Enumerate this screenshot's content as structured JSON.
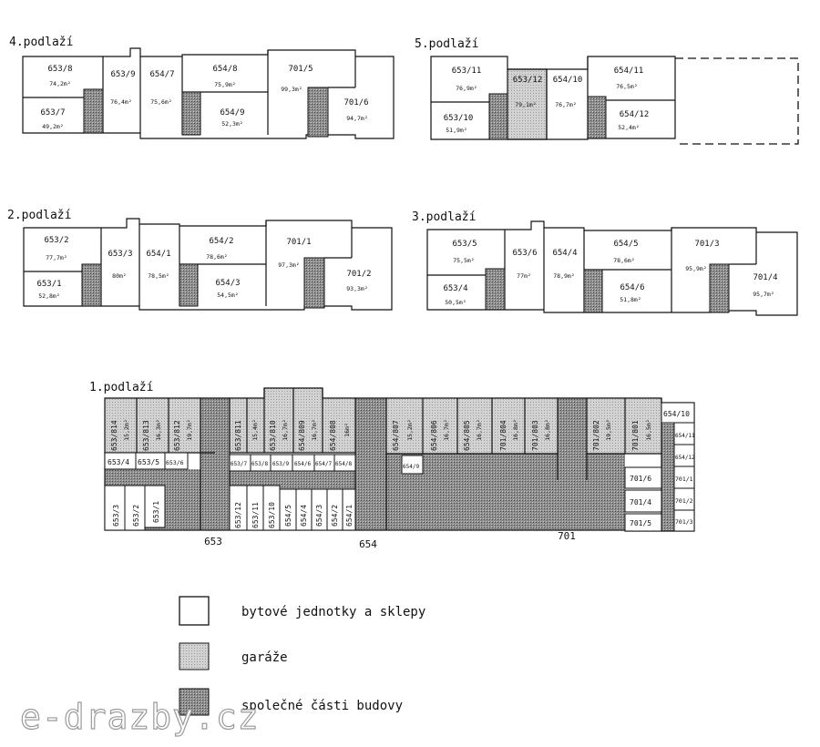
{
  "colors": {
    "unit": "#ffffff",
    "garage": "#cfcfcf",
    "common": "#8c8c8c",
    "line": "#111111"
  },
  "floor4": {
    "title": "4.podlaží",
    "u1": "653/8",
    "a1": "74,2m²",
    "u2": "653/7",
    "a2": "49,2m²",
    "u3": "653/9",
    "a3": "76,4m²",
    "u4": "654/7",
    "a4": "75,6m²",
    "u5": "654/8",
    "a5": "75,9m²",
    "u6": "654/9",
    "a6": "52,3m²",
    "u7": "701/5",
    "a7": "99,3m²",
    "u8": "701/6",
    "a8": "94,7m²"
  },
  "floor5": {
    "title": "5.podlaží",
    "u1": "653/11",
    "a1": "76,9m²",
    "u2": "653/10",
    "a2": "51,9m²",
    "u3": "653/12",
    "a3": "79,1m²",
    "u4": "654/10",
    "a4": "76,7m²",
    "u5": "654/11",
    "a5": "76,5m²",
    "u6": "654/12",
    "a6": "52,4m²"
  },
  "floor2": {
    "title": "2.podlaží",
    "u1": "653/2",
    "a1": "77,7m²",
    "u2": "653/1",
    "a2": "52,8m²",
    "u3": "653/3",
    "a3": "80m²",
    "u4": "654/1",
    "a4": "78,5m²",
    "u5": "654/2",
    "a5": "78,6m²",
    "u6": "654/3",
    "a6": "54,5m²",
    "u7": "701/1",
    "a7": "97,3m²",
    "u8": "701/2",
    "a8": "93,3m²"
  },
  "floor3": {
    "title": "3.podlaží",
    "u1": "653/5",
    "a1": "75,5m²",
    "u2": "653/4",
    "a2": "50,5m²",
    "u3": "653/6",
    "a3": "77m²",
    "u4": "654/4",
    "a4": "78,9m²",
    "u5": "654/5",
    "a5": "78,6m²",
    "u6": "654/6",
    "a6": "51,8m²",
    "u7": "701/3",
    "a7": "95,9m²",
    "u8": "701/4",
    "a8": "95,7m²"
  },
  "floor1": {
    "title": "1.podlaží",
    "g1": "653/814",
    "g1a": "15,2m²",
    "g2": "653/813",
    "g2a": "16,3m²",
    "g3": "653/812",
    "g3a": "19,7m²",
    "g4": "653/811",
    "g4a": "15,4m²",
    "g5": "653/810",
    "g5a": "16,7m²",
    "g6": "654/809",
    "g6a": "16,7m²",
    "g7": "654/808",
    "g7a": "16m²",
    "g8": "654/807",
    "g8a": "15,2m²",
    "g9": "654/806",
    "g9a": "16,7m²",
    "g10": "654/805",
    "g10a": "16,7m²",
    "g11": "701/804",
    "g11a": "16,8m²",
    "g12": "701/803",
    "g12a": "16,8m²",
    "g13": "701/802",
    "g13a": "19,5m²",
    "g14": "701/801",
    "g14a": "16,5m²",
    "c1": "653/4",
    "c2": "653/5",
    "c3": "653/6",
    "c4": "653/7",
    "c5": "653/8",
    "c6": "653/9",
    "c7": "654/6",
    "c8": "654/7",
    "c9": "654/8",
    "c10": "654/9",
    "c11": "653/3",
    "c12": "653/2",
    "c13": "653/1",
    "c14": "653/12",
    "c15": "653/11",
    "c16": "653/10",
    "c17": "654/5",
    "c18": "654/4",
    "c19": "654/3",
    "c20": "654/2",
    "c21": "654/1",
    "c22": "701/6",
    "c23": "701/4",
    "c24": "701/5",
    "c25": "654/10",
    "c26": "654/11",
    "c27": "654/12",
    "c28": "701/1",
    "c29": "701/2",
    "c30": "701/3",
    "b1": "653",
    "b2": "654",
    "b3": "701"
  },
  "legend": {
    "units": "bytové jednotky a sklepy",
    "garages": "garáže",
    "common": "společné části budovy"
  },
  "watermark": "e-drazby.cz"
}
